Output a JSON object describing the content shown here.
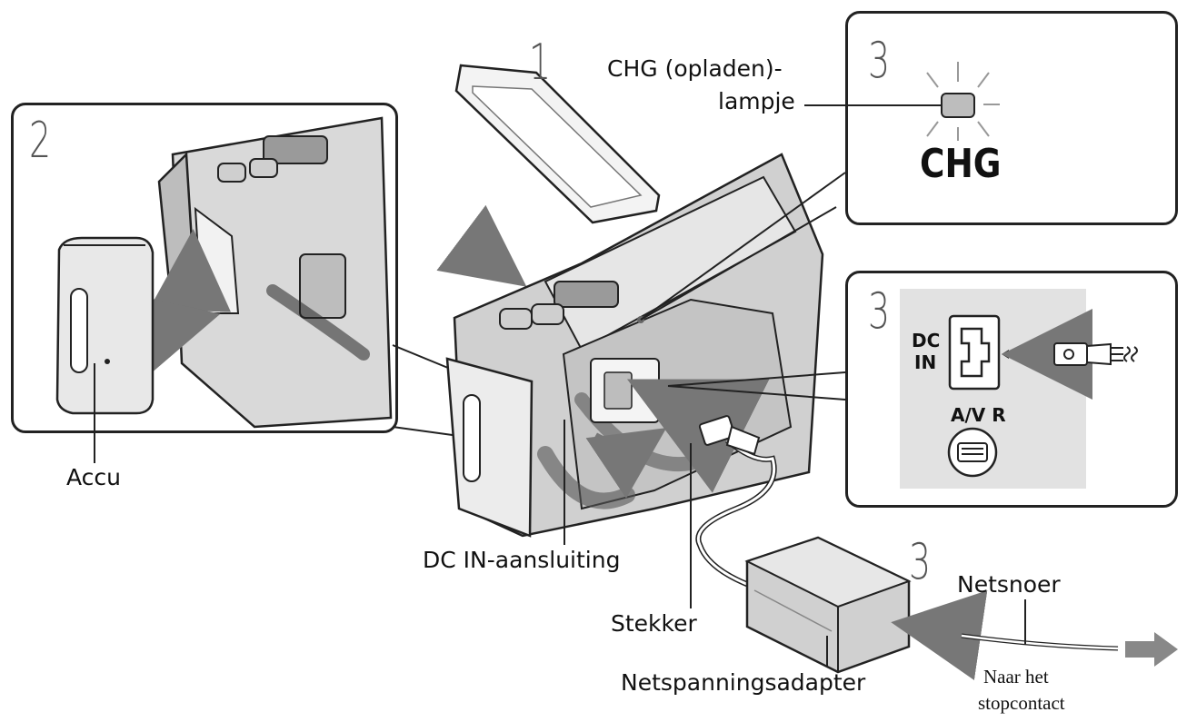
{
  "steps": {
    "camera": "1",
    "battery": "2",
    "chg": "3",
    "dcin": "3",
    "adapter": "3"
  },
  "labels": {
    "chg_lamp_line1": "CHG (opladen)-",
    "chg_lamp_line2": "lampje",
    "chg_indicator": "CHG",
    "battery": "Accu",
    "dc_in_jack": "DC IN-aansluiting",
    "plug": "Stekker",
    "power_cord": "Netsnoer",
    "ac_adapter": "Netspanningsadapter",
    "to_outlet_line1": "Naar het",
    "to_outlet_line2": "stopcontact",
    "dc_in_port_line1": "DC",
    "dc_in_port_line2": "IN",
    "av_r_port": "A/V R"
  },
  "colors": {
    "line": "#222222",
    "body_gray": "#c9c9c9",
    "dark_gray": "#8a8a8a",
    "panel_fill": "#e4e4e4",
    "lamp": "#bdbdbd"
  }
}
